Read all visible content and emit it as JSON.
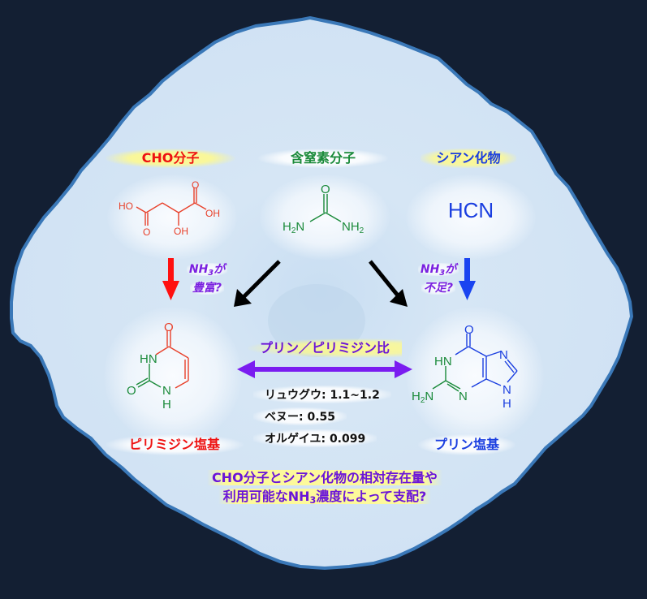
{
  "colors": {
    "background": "#131f33",
    "blob_fill": "#d3e4f4",
    "blob_outline": "#3a78b8",
    "cho_red": "#ee1111",
    "nitrogen_green": "#1a8a3a",
    "cyanide_blue": "#1a3ee0",
    "purple": "#6a14d8",
    "black_arrow": "#000000"
  },
  "sources": {
    "cho": {
      "title": "CHO分子",
      "molecule_name": "malic acid",
      "atoms": {
        "ho_left": "HO",
        "oh_right": "OH",
        "o_top": "O",
        "o_bottom": "O",
        "oh_bottom": "OH"
      }
    },
    "nitrogen": {
      "title": "含窒素分子",
      "molecule_name": "urea",
      "atoms": {
        "o_top": "O",
        "h2n_left": "H",
        "h2n_left_sub": "2",
        "h2n_left_n": "N",
        "nh2_right": "NH",
        "nh2_right_sub": "2"
      }
    },
    "cyanide": {
      "title": "シアン化物",
      "formula": "HCN"
    }
  },
  "conditions": {
    "left": {
      "line1_prefix": "NH",
      "line1_sub": "3",
      "line1_suffix": "が",
      "line2": "豊富?"
    },
    "right": {
      "line1_prefix": "NH",
      "line1_sub": "3",
      "line1_suffix": "が",
      "line2": "不足?"
    }
  },
  "products": {
    "pyrimidine": {
      "title": "ピリミジン塩基",
      "molecule_name": "uracil",
      "atoms": {
        "o_top": "O",
        "hn": "HN",
        "o_left": "O",
        "n": "N",
        "h": "H"
      }
    },
    "purine": {
      "title": "プリン塩基",
      "molecule_name": "guanine",
      "atoms": {
        "o_top": "O",
        "hn": "HN",
        "n_right_top": "N",
        "h2n": "H",
        "h2n_sub": "2",
        "h2n_n": "N",
        "n_bottom": "N",
        "nh": "N",
        "h": "H"
      }
    }
  },
  "ratio": {
    "title": "プリン／ピリミジン比",
    "rows": [
      {
        "body": "リュウグウ",
        "value": "1.1~1.2"
      },
      {
        "body": "ベヌー",
        "value": "0.55"
      },
      {
        "body": "オルゲイユ",
        "value": "0.099"
      }
    ],
    "separator": ": "
  },
  "conclusion": {
    "line1": "CHO分子とシアン化物の相対存在量や",
    "line2_prefix": "利用可能なNH",
    "line2_sub": "3",
    "line2_suffix": "濃度によって支配?"
  }
}
